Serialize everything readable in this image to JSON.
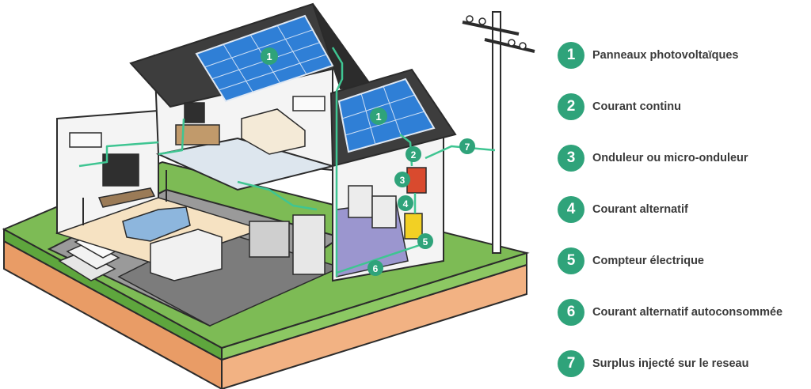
{
  "legend": {
    "items": [
      {
        "number": "1",
        "label": "Panneaux photovoltaïques"
      },
      {
        "number": "2",
        "label": "Courant continu"
      },
      {
        "number": "3",
        "label": "Onduleur ou micro-onduleur"
      },
      {
        "number": "4",
        "label": "Courant alternatif"
      },
      {
        "number": "5",
        "label": "Compteur électrique"
      },
      {
        "number": "6",
        "label": "Courant alternatif autoconsommée"
      },
      {
        "number": "7",
        "label": "Surplus injecté sur le reseau"
      }
    ]
  },
  "markers": {
    "panel_main": "1",
    "panel_annex": "1",
    "dc": "2",
    "inverter": "3",
    "ac": "4",
    "meter": "5",
    "self_consumed": "6",
    "grid": "7"
  },
  "colors": {
    "accent": "#2fa37a",
    "flow_line": "#3fc592",
    "panel": "#2f7fd6",
    "roof": "#3d3d3d",
    "grass": "#7dbb55",
    "soil": "#eea36f",
    "inverter": "#d94a2e",
    "meter": "#f2d024"
  }
}
